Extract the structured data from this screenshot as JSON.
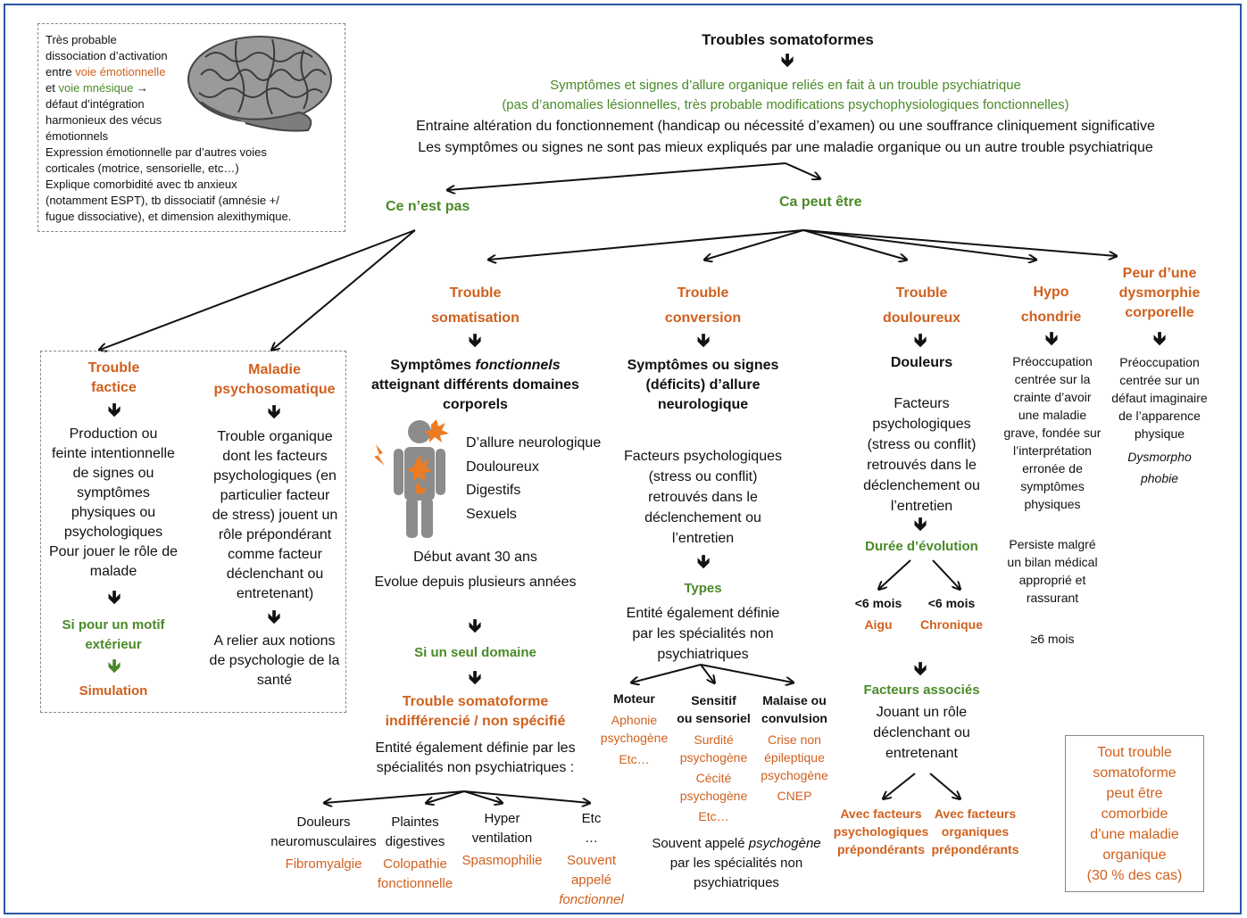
{
  "colors": {
    "orange": "#d0601e",
    "green": "#4a8a28",
    "frame": "#2a56a5"
  },
  "inset": {
    "lines": [
      "Très probable",
      "dissociation d’activation"
    ],
    "line3_prefix": "entre ",
    "line3_highlight": "voie émotionnelle",
    "line4_prefix": "et ",
    "line4_highlight": "voie mnésique",
    "line4_suffix": " →",
    "lines_rest": [
      "défaut d’intégration",
      "harmonieux des vécus",
      "émotionnels",
      "Expression émotionnelle par d’autres voies",
      "corticales (motrice, sensorielle, etc…)",
      "Explique comorbidité avec tb anxieux",
      "(notamment ESPT), tb dissociatif (amnésie +/",
      "fugue dissociative), et dimension alexithymique."
    ],
    "brain_icon": "brain-icon"
  },
  "title": "Troubles somatoformes",
  "definition": {
    "green1": "Symptômes et signes d’allure organique reliés en fait à un trouble psychiatrique",
    "green2": "(pas d’anomalies lésionnelles, très probable modifications psychophysiologiques fonctionnelles)",
    "black1": "Entraine altération du fonctionnement (handicap ou nécessité d’examen) ou une souffrance cliniquement significative",
    "black2": "Les symptômes ou signes ne sont pas mieux expliqués par une maladie organique ou un autre trouble psychiatrique"
  },
  "branches": {
    "not": "Ce n’est pas",
    "maybe": "Ca peut être"
  },
  "factice": {
    "title": [
      "Trouble",
      "factice"
    ],
    "body": [
      "Production ou",
      "feinte intentionnelle",
      "de signes ou",
      "symptômes",
      "physiques ou",
      "psychologiques",
      "Pour jouer le rôle de",
      "malade"
    ],
    "cond": [
      "Si pour un motif",
      "extérieur"
    ],
    "result": "Simulation"
  },
  "psychosom": {
    "title": [
      "Maladie",
      "psychosomatique"
    ],
    "body": [
      "Trouble organique",
      "dont les facteurs",
      "psychologiques (en",
      "particulier facteur",
      "de stress) jouent un",
      "rôle prépondérant",
      "comme facteur",
      "déclenchant ou",
      "entretenant)"
    ],
    "note": [
      "A relier aux notions",
      "de psychologie de la",
      "santé"
    ]
  },
  "somatisation": {
    "title": [
      "Trouble",
      "somatisation"
    ],
    "sym1_prefix": "Symptômes ",
    "sym1_italic": "fonctionnels",
    "sym2": "atteignant différents domaines",
    "sym3": "corporels",
    "domains": [
      "D’allure neurologique",
      "Douloureux",
      "Digestifs",
      "Sexuels"
    ],
    "onset": "Début avant 30 ans",
    "evolution": "Evolue depuis plusieurs années",
    "cond": "Si un seul domaine",
    "undiff": [
      "Trouble somatoforme",
      "indifférencié / non spécifié"
    ],
    "entity": [
      "Entité également définie par les",
      "spécialités non psychiatriques :"
    ],
    "sub": [
      {
        "label": [
          "Douleurs",
          "neuromusculaires"
        ],
        "eg": [
          "Fibromyalgie"
        ]
      },
      {
        "label": [
          "Plaintes",
          "digestives"
        ],
        "eg": [
          "Colopathie",
          "fonctionnelle"
        ]
      },
      {
        "label": [
          "Hyper",
          "ventilation"
        ],
        "eg": [
          "Spasmophilie"
        ]
      },
      {
        "label": [
          "Etc",
          "…"
        ],
        "eg": [
          "Souvent",
          "appelé"
        ],
        "eg_italic": "fonctionnel"
      }
    ],
    "figure_icon": "human-figure-pain-icon"
  },
  "conversion": {
    "title": [
      "Trouble",
      "conversion"
    ],
    "sym": [
      "Symptômes ou signes",
      "(déficits) d’allure",
      "neurologique"
    ],
    "factors": [
      "Facteurs psychologiques",
      "(stress ou conflit)",
      "retrouvés dans le",
      "déclenchement ou",
      "l’entretien"
    ],
    "types_label": "Types",
    "entity": [
      "Entité également définie",
      "par les spécialités non",
      "psychiatriques"
    ],
    "types": [
      {
        "label": [
          "Moteur"
        ],
        "eg": [
          "Aphonie",
          "psychogène",
          "Etc…"
        ]
      },
      {
        "label": [
          "Sensitif",
          "ou sensoriel"
        ],
        "eg": [
          "Surdité",
          "psychogène",
          "Cécité",
          "psychogène",
          "Etc…"
        ]
      },
      {
        "label": [
          "Malaise ou",
          "convulsion"
        ],
        "eg": [
          "Crise non",
          "épileptique",
          "psychogène",
          "CNEP"
        ]
      }
    ],
    "note_prefix": "Souvent appelé ",
    "note_italic": "psychogène",
    "note_rest": [
      "par les spécialités non",
      "psychiatriques"
    ]
  },
  "douloureux": {
    "title": [
      "Trouble",
      "douloureux"
    ],
    "sym": "Douleurs",
    "factors": [
      "Facteurs",
      "psychologiques",
      "(stress ou conflit)",
      "retrouvés dans le",
      "déclenchement ou",
      "l’entretien"
    ],
    "duration": "Durée d’évolution",
    "dur": [
      {
        "val": "<6 mois",
        "label": "Aigu"
      },
      {
        "val": "<6 mois",
        "label": "Chronique"
      }
    ],
    "assoc": "Facteurs associés",
    "assoc_body": [
      "Jouant un rôle",
      "déclenchant ou",
      "entretenant"
    ],
    "assoc_types": [
      [
        "Avec facteurs",
        "psychologiques",
        "prépondérants"
      ],
      [
        "Avec facteurs",
        "organiques",
        "prépondérants"
      ]
    ]
  },
  "hypochondrie": {
    "title": [
      "Hypo",
      "chondrie"
    ],
    "body": [
      "Préoccupation",
      "centrée sur la",
      "crainte d’avoir",
      "une maladie",
      "grave, fondée sur",
      "l’interprétation",
      "erronée de",
      "symptômes",
      "physiques"
    ],
    "persist": [
      "Persiste malgré",
      "un bilan médical",
      "approprié et",
      "rassurant"
    ],
    "duration": "≥6 mois"
  },
  "dysmorphie": {
    "title": [
      "Peur d’une",
      "dysmorphie",
      "corporelle"
    ],
    "body": [
      "Préoccupation",
      "centrée sur un",
      "défaut imaginaire",
      "de l’apparence",
      "physique"
    ],
    "italic": [
      "Dysmorpho",
      "phobie"
    ]
  },
  "comorbid": [
    "Tout trouble",
    "somatoforme",
    "peut être",
    "comorbide",
    "d’une maladie",
    "organique",
    "(30 % des cas)"
  ]
}
